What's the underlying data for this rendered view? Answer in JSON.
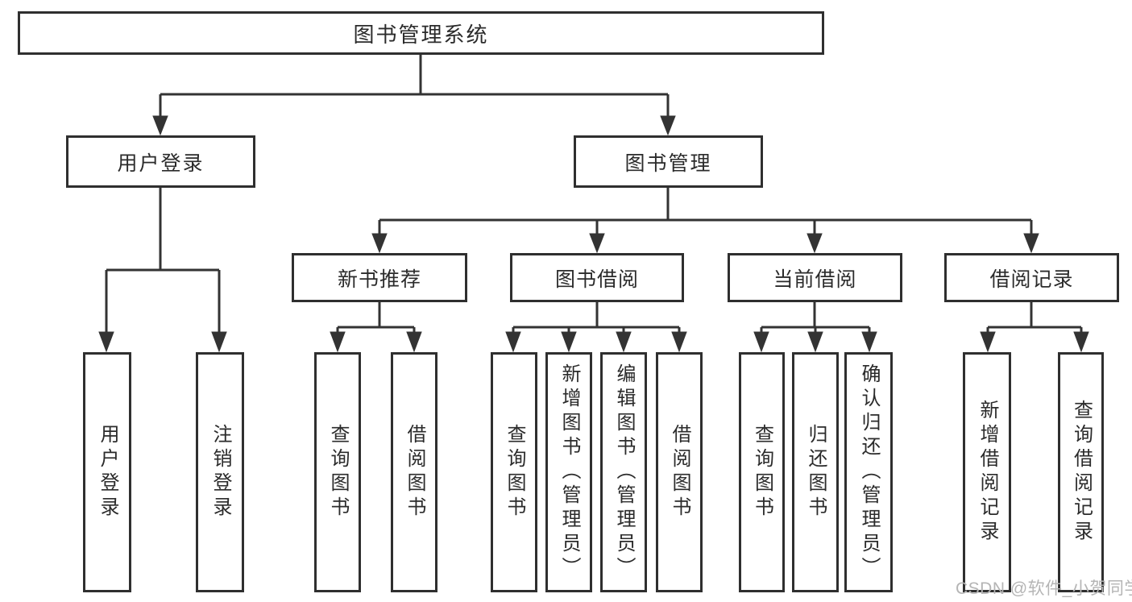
{
  "diagram": {
    "title": "图书管理系统",
    "root": {
      "label": "图书管理系统"
    },
    "level2": [
      {
        "label": "用户登录"
      },
      {
        "label": "图书管理"
      }
    ],
    "level3": [
      {
        "label": "新书推荐"
      },
      {
        "label": "图书借阅"
      },
      {
        "label": "当前借阅"
      },
      {
        "label": "借阅记录"
      }
    ],
    "leaves": {
      "user_login": [
        "用户登录",
        "注销登录"
      ],
      "new_books": [
        "查询图书",
        "借阅图书"
      ],
      "book_borrow": [
        "查询图书",
        "新增图书（管理员）",
        "编辑图书（管理员）",
        "借阅图书"
      ],
      "current_borrow": [
        "查询图书",
        "归还图书",
        "确认归还（管理员）"
      ],
      "borrow_records": [
        "新增借阅记录",
        "查询借阅记录"
      ]
    }
  },
  "watermark": {
    "text": "CSDN @软件_小贺同学"
  },
  "colors": {
    "line": "#333333",
    "border": "#2f2f2f",
    "text": "#2b2b2b",
    "watermark": "#b5b5b5",
    "background": "#ffffff"
  }
}
